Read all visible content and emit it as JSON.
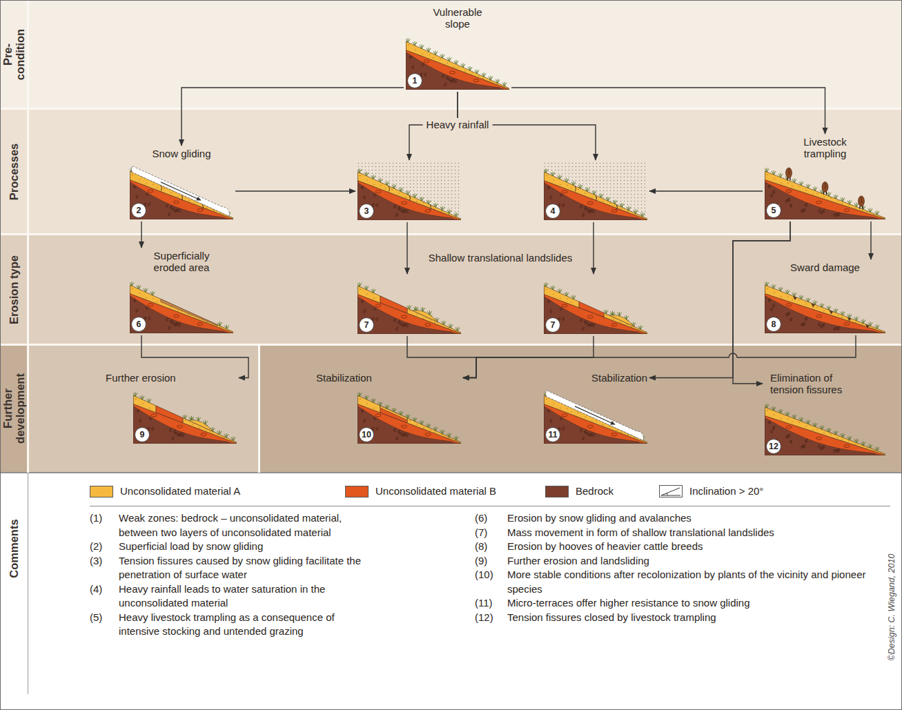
{
  "diagram": {
    "nodes": [
      {
        "text": [
          "Pre- condition"
        ]
      },
      {
        "text": [
          "Vulnerable slope",
          "1"
        ],
        "in": 0
      },
      {
        "text": [
          "Processes"
        ]
      },
      {
        "text": [
          "Snow gliding",
          "2"
        ],
        "in": 2
      },
      {
        "text": [
          "3"
        ],
        "in": 2
      },
      {
        "text": [
          "4"
        ],
        "in": 2
      },
      {
        "text": [
          "Livestock trampling",
          "5"
        ],
        "in": 2
      },
      {
        "text": [
          "Erosion type"
        ]
      },
      {
        "text": [
          "Superficially eroded area",
          "6"
        ],
        "in": 7
      },
      {
        "text": [
          "7"
        ],
        "in": 7
      },
      {
        "text": [
          "7"
        ],
        "in": 7
      },
      {
        "text": [
          "Sward damage",
          "8"
        ],
        "in": 7
      },
      {
        "text": [
          "Further development"
        ]
      },
      {
        "text": [
          "Further erosion",
          "9"
        ],
        "in": 12
      },
      {
        "text": [
          "Stabilization",
          "10"
        ],
        "in": 12
      },
      {
        "text": [
          "Stabilization",
          "11"
        ],
        "in": 12
      },
      {
        "text": [
          "Elimination of tension fissures",
          "12"
        ],
        "in": 12
      },
      {
        "text": [
          "Comments"
        ]
      }
    ],
    "edges": [
      {
        "from": 1,
        "to": 3,
        "arrow": "to"
      },
      {
        "from": 1,
        "to": 4,
        "arrow": "to"
      },
      {
        "from": 1,
        "to": 5,
        "arrow": "to"
      },
      {
        "from": 1,
        "to": 6,
        "arrow": "to"
      },
      {
        "from": 3,
        "to": 4,
        "arrow": "to"
      },
      {
        "from": 6,
        "to": 5,
        "arrow": "to"
      },
      {
        "from": 3,
        "to": 8,
        "arrow": "to"
      },
      {
        "from": 4,
        "to": 9,
        "arrow": "to"
      },
      {
        "from": 5,
        "to": 10,
        "arrow": "to"
      },
      {
        "from": 6,
        "to": 11,
        "arrow": "to"
      },
      {
        "from": 8,
        "to": 13,
        "arrow": "to"
      },
      {
        "from": 9,
        "to": 14,
        "arrow": "to"
      },
      {
        "from": 10,
        "to": 14,
        "arrow": "to"
      },
      {
        "from": 11,
        "to": 14,
        "arrow": "to"
      },
      {
        "from": 6,
        "to": 15,
        "arrow": "to"
      },
      {
        "from": 6,
        "to": 16,
        "arrow": "to"
      }
    ],
    "labels": [
      "Heavy rainfall",
      "Shallow translational landslides",
      "(1)",
      "Weak zones: bedrock – unconsolidated material, between two layers of unconsolidated material",
      "(2)",
      "Superficial load by snow gliding",
      "(3)",
      "Tension fissures caused by snow gliding facilitate the penetration of surface water",
      "(4)",
      "Heavy rainfall leads to water saturation in the unconsolidated material",
      "(5)",
      "Heavy livestock trampling as a consequence of intensive stocking and untended grazing",
      "(6)",
      "Erosion by snow gliding and avalanches",
      "(7)",
      "Mass movement in form of shallow translational landslides",
      "(8)",
      "Erosion by hooves of heavier cattle breeds",
      "(9)",
      "Further erosion and landsliding",
      "(10)",
      "More stable conditions after recolonization by plants of the vicinity and pioneer species",
      "(11)",
      "Micro-terraces offer higher resistance to snow gliding",
      "(12)",
      "Tension fissures closed by livestock trampling",
      "©Design: C. Wiegand, 2010"
    ],
    "legend": [
      {
        "text": "Unconsolidated material A",
        "color": "#f5b93f"
      },
      {
        "text": "Unconsolidated material B",
        "color": "#e2561f"
      },
      {
        "text": "Bedrock",
        "color": "#7c3f2e"
      },
      {
        "text": "Inclination > 20°"
      }
    ]
  }
}
